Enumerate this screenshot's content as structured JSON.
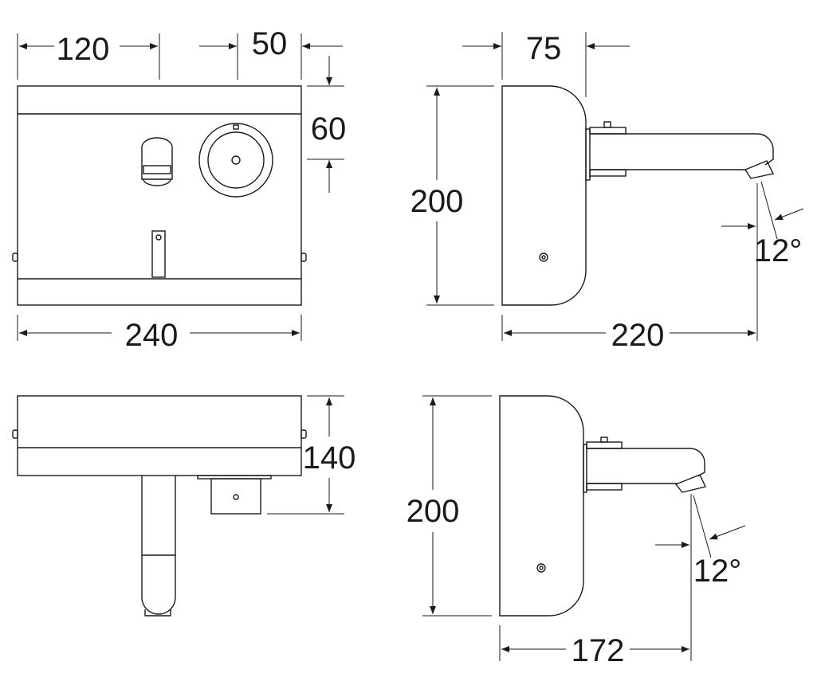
{
  "front_view": {
    "width_label": "240",
    "offset_label": "120",
    "dial_offset_label": "50",
    "dial_height_label": "60"
  },
  "side_view": {
    "height_label": "200",
    "depth_label": "75",
    "reach_label": "220",
    "angle_label": "12°"
  },
  "top_view": {
    "depth_label": "140"
  },
  "side_view_short": {
    "height_label": "200",
    "reach_label": "172",
    "angle_label": "12°"
  }
}
